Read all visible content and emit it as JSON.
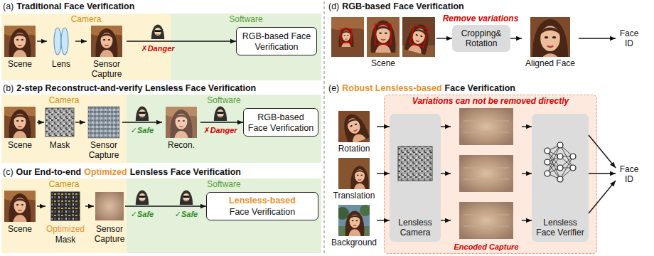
{
  "diagram": {
    "nodes": [
      {
        "text": [
          "Camera"
        ]
      },
      {
        "text": [
          "Software"
        ]
      },
      {
        "text": [
          "Scene"
        ],
        "in": 0
      },
      {
        "text": [
          "Lens"
        ],
        "in": 0
      },
      {
        "text": [
          "Sensor Capture"
        ],
        "in": 0
      },
      {
        "text": [
          "RGB-based Face Verification"
        ],
        "in": 1
      },
      {
        "text": [
          "Camera"
        ]
      },
      {
        "text": [
          "Software"
        ]
      },
      {
        "text": [
          "Scene"
        ],
        "in": 6
      },
      {
        "text": [
          "Mask"
        ],
        "in": 6
      },
      {
        "text": [
          "Sensor Capture"
        ],
        "in": 6
      },
      {
        "text": [
          "Recon."
        ],
        "in": 7
      },
      {
        "text": [
          "RGB-based Face Verification"
        ],
        "in": 7
      },
      {
        "text": [
          "Camera"
        ]
      },
      {
        "text": [
          "Software"
        ]
      },
      {
        "text": [
          "Scene"
        ],
        "in": 13
      },
      {
        "text": [
          "Optimized",
          "Mask"
        ],
        "in": 13
      },
      {
        "text": [
          "Sensor Capture"
        ],
        "in": 13
      },
      {
        "text": [
          "Lensless-based",
          "Face Verification"
        ],
        "in": 14
      },
      {
        "text": [
          "Scene"
        ]
      },
      {
        "text": [
          "Cropping& Rotation"
        ]
      },
      {
        "text": [
          "Aligned Face"
        ]
      },
      {
        "text": [
          "Face ID"
        ]
      },
      {
        "text": [
          "Variations can not be removed directly"
        ]
      },
      {
        "text": [
          "Rotation"
        ]
      },
      {
        "text": [
          "Translation"
        ]
      },
      {
        "text": [
          "Background"
        ]
      },
      {
        "text": [
          "Lensless Camera"
        ],
        "in": 23
      },
      {
        "text": [
          "Encoded Capture"
        ],
        "in": 23
      },
      {
        "text": [
          "Lensless Face Verifier"
        ],
        "in": 23
      },
      {
        "text": [
          "Face ID"
        ]
      }
    ],
    "edges": [
      {
        "from": 2,
        "to": 3,
        "arrow": "to"
      },
      {
        "from": 3,
        "to": 4,
        "arrow": "to"
      },
      {
        "from": 4,
        "to": 5,
        "arrow": "to"
      },
      {
        "from": 8,
        "to": 9,
        "arrow": "to"
      },
      {
        "from": 9,
        "to": 10,
        "arrow": "to"
      },
      {
        "from": 10,
        "to": 11,
        "arrow": "to"
      },
      {
        "from": 11,
        "to": 12,
        "arrow": "to"
      },
      {
        "from": 15,
        "to": 16,
        "arrow": "to"
      },
      {
        "from": 16,
        "to": 17,
        "arrow": "to"
      },
      {
        "from": 17,
        "to": 18,
        "arrow": "to"
      },
      {
        "from": 19,
        "to": 20,
        "arrow": "to"
      },
      {
        "from": 20,
        "to": 21,
        "arrow": "to"
      },
      {
        "from": 21,
        "to": 22,
        "arrow": "to"
      },
      {
        "from": 24,
        "to": 27,
        "arrow": "to"
      },
      {
        "from": 25,
        "to": 27,
        "arrow": "to"
      },
      {
        "from": 26,
        "to": 27,
        "arrow": "to"
      },
      {
        "from": 27,
        "to": 28,
        "arrow": "to"
      },
      {
        "from": 28,
        "to": 29,
        "arrow": "to"
      },
      {
        "from": 29,
        "to": 30,
        "arrow": "to"
      }
    ],
    "labels": [
      "(a)",
      "Traditional Face Verification",
      "✗Danger",
      "(b)",
      "2-step Reconstruct-and-verify Lensless Face Verification",
      "✓Safe",
      "✗Danger",
      "(c)",
      "Our End-to-end",
      "Optimized",
      "Lensless Face Verification",
      "✓Safe",
      "✓Safe",
      "(d)",
      "RGB-based",
      "Face Verification",
      "Remove variations",
      "(e)",
      "Robust Lensless-based",
      "Face Verification"
    ]
  }
}
